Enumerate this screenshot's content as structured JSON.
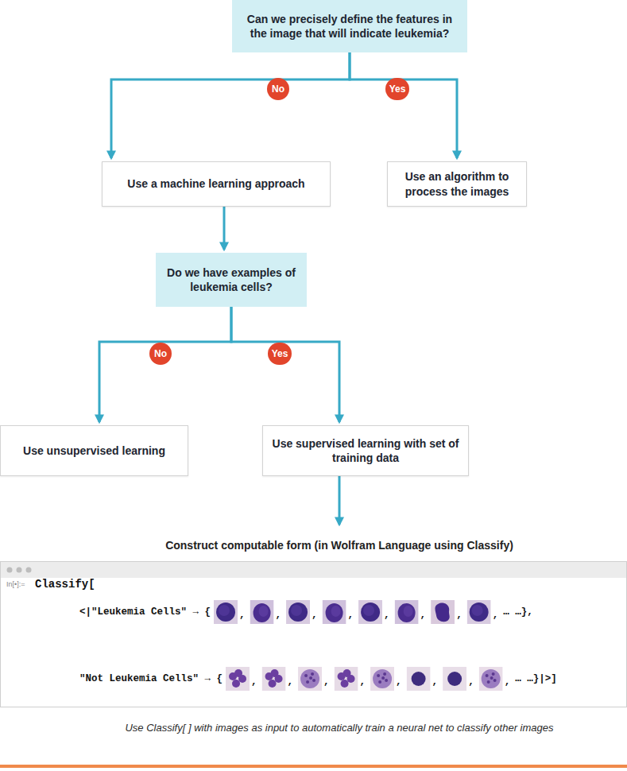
{
  "diagram": {
    "caption": "Use Classify[ ] with images as input to automatically train a neural net to classify other images",
    "nodes": [
      {
        "text": [
          "Can we precisely define the features in the image that will indicate leukemia?"
        ]
      },
      {
        "text": [
          "Use a machine learning approach"
        ]
      },
      {
        "text": [
          "Use an algorithm to process the images"
        ]
      },
      {
        "text": [
          "Do we have examples of leukemia cells?"
        ]
      },
      {
        "text": [
          "Use unsupervised learning"
        ]
      },
      {
        "text": [
          "Use supervised learning with set of training data"
        ]
      },
      {
        "text": [
          "Construct computable form (in Wolfram Language using Classify)",
          "In[•]:=",
          "Classify[",
          "<|\"Leukemia Cells\" → {",
          ",",
          ",",
          ",",
          ",",
          ",",
          ",",
          ",",
          ",",
          "… …},",
          "\"Not Leukemia Cells\" → {",
          ",",
          ",",
          ",",
          ",",
          ",",
          ",",
          ",",
          ",",
          "… …}|>]"
        ]
      }
    ],
    "edges": [
      {
        "from": 0,
        "to": 1,
        "arrow": "to",
        "label": "No"
      },
      {
        "from": 0,
        "to": 2,
        "arrow": "to",
        "label": "Yes"
      },
      {
        "from": 1,
        "to": 3,
        "arrow": "to"
      },
      {
        "from": 3,
        "to": 4,
        "arrow": "to",
        "label": "No"
      },
      {
        "from": 3,
        "to": 5,
        "arrow": "to",
        "label": "Yes"
      },
      {
        "from": 5,
        "to": 6,
        "arrow": "to"
      }
    ]
  }
}
